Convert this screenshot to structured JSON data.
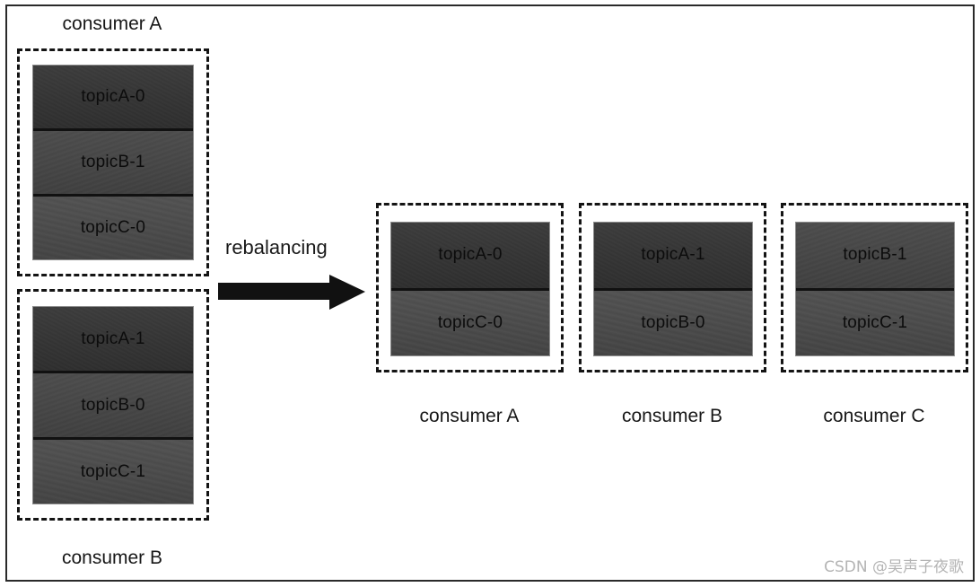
{
  "diagram": {
    "title_hint": "Kafka consumer group rebalancing",
    "watermark": "CSDN @吴声子夜歌",
    "transition_label": "rebalancing",
    "arrow_color": "#111111",
    "frame_color": "#2a2a2a",
    "dash_color": "#141414",
    "partition_colors": {
      "dark": "#353535",
      "mid": "#464646",
      "light": "#4a4a4a"
    },
    "before": {
      "groups": [
        {
          "label": "consumer A",
          "label_position": "above",
          "partitions": [
            "topicA-0",
            "topicB-1",
            "topicC-0"
          ]
        },
        {
          "label": "consumer B",
          "label_position": "below",
          "partitions": [
            "topicA-1",
            "topicB-0",
            "topicC-1"
          ]
        }
      ]
    },
    "after": {
      "groups": [
        {
          "label": "consumer A",
          "label_position": "below",
          "partitions": [
            "topicA-0",
            "topicC-0"
          ]
        },
        {
          "label": "consumer B",
          "label_position": "below",
          "partitions": [
            "topicA-1",
            "topicB-0"
          ]
        },
        {
          "label": "consumer C",
          "label_position": "below",
          "partitions": [
            "topicB-1",
            "topicC-1"
          ]
        }
      ]
    }
  }
}
